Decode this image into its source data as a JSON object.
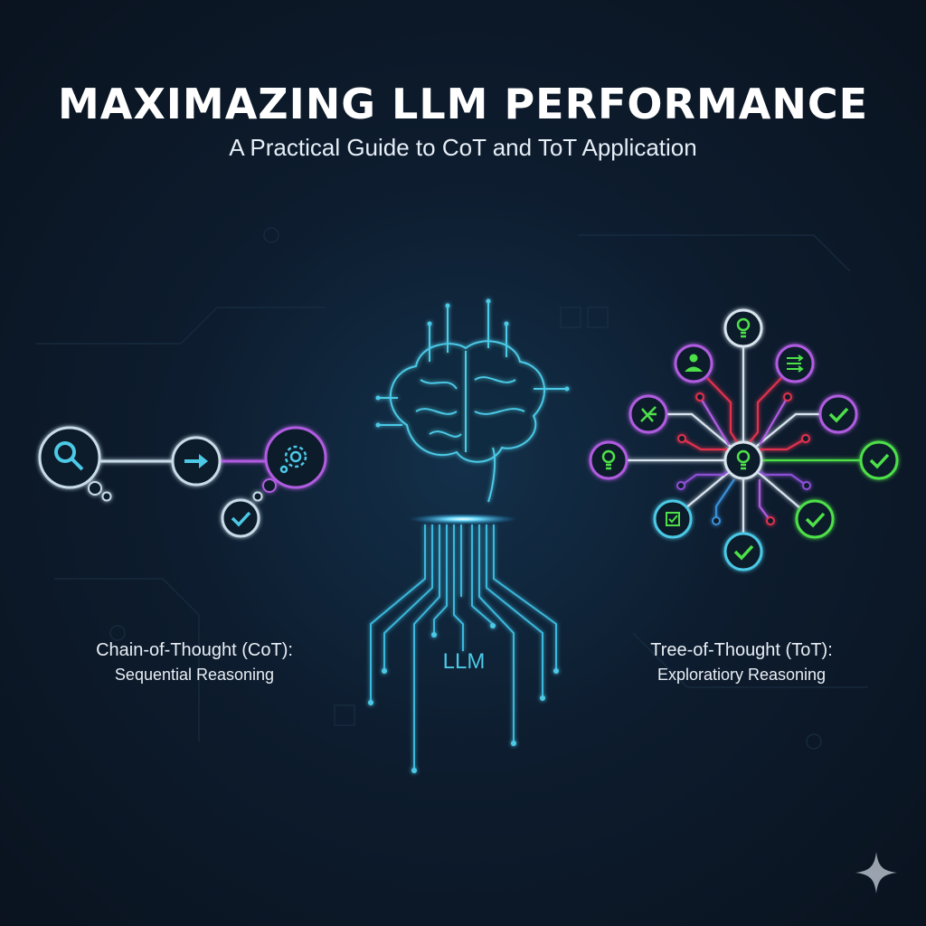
{
  "header": {
    "title": "MAXIMAZING LLM PERFORMANCE",
    "subtitle": "A Practical Guide to CoT and ToT Application"
  },
  "cot": {
    "title": "Chain-of-Thought (CoT):",
    "subtitle": "Sequential Reasoning",
    "steps": [
      "search-icon",
      "arrow-right-icon",
      "gear-icon",
      "check-icon"
    ]
  },
  "center": {
    "label": "LLM",
    "icon": "brain-icon"
  },
  "tot": {
    "title": "Tree-of-Thought (ToT):",
    "subtitle": "Exploratiory Reasoning",
    "center_icon": "lightbulb-icon"
  },
  "colors": {
    "cyan": "#4cc9e6",
    "purple": "#b05ce0",
    "green": "#4ee04a",
    "red": "#e0304f",
    "white": "#d8e4ee"
  }
}
